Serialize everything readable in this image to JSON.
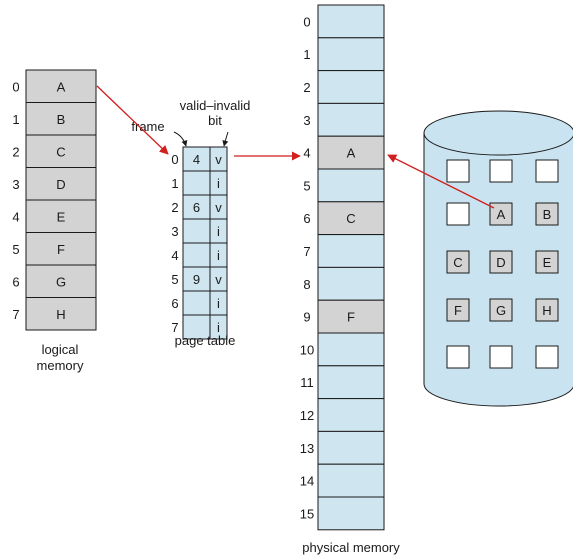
{
  "colors": {
    "cell_fill": "#d3d3d3",
    "frame_fill": "#cfe6f1",
    "disk_fill": "#c9e4f0",
    "slot_empty": "#ffffff",
    "slot_filled": "#d3d3d3",
    "stroke": "#1a1a1a",
    "arrow": "#d11f1f"
  },
  "logical_memory": {
    "caption_line1": "logical",
    "caption_line2": "memory",
    "pages": [
      {
        "index": "0",
        "label": "A"
      },
      {
        "index": "1",
        "label": "B"
      },
      {
        "index": "2",
        "label": "C"
      },
      {
        "index": "3",
        "label": "D"
      },
      {
        "index": "4",
        "label": "E"
      },
      {
        "index": "5",
        "label": "F"
      },
      {
        "index": "6",
        "label": "G"
      },
      {
        "index": "7",
        "label": "H"
      }
    ]
  },
  "page_table": {
    "caption": "page table",
    "frame_label": "frame",
    "valid_invalid_line1": "valid–invalid",
    "valid_invalid_line2": "bit",
    "entries": [
      {
        "index": "0",
        "frame": "4",
        "bit": "v"
      },
      {
        "index": "1",
        "frame": "",
        "bit": "i"
      },
      {
        "index": "2",
        "frame": "6",
        "bit": "v"
      },
      {
        "index": "3",
        "frame": "",
        "bit": "i"
      },
      {
        "index": "4",
        "frame": "",
        "bit": "i"
      },
      {
        "index": "5",
        "frame": "9",
        "bit": "v"
      },
      {
        "index": "6",
        "frame": "",
        "bit": "i"
      },
      {
        "index": "7",
        "frame": "",
        "bit": "i"
      }
    ]
  },
  "physical_memory": {
    "caption": "physical memory",
    "frames": [
      {
        "index": "0",
        "label": ""
      },
      {
        "index": "1",
        "label": ""
      },
      {
        "index": "2",
        "label": ""
      },
      {
        "index": "3",
        "label": ""
      },
      {
        "index": "4",
        "label": "A"
      },
      {
        "index": "5",
        "label": ""
      },
      {
        "index": "6",
        "label": "C"
      },
      {
        "index": "7",
        "label": ""
      },
      {
        "index": "8",
        "label": ""
      },
      {
        "index": "9",
        "label": "F"
      },
      {
        "index": "10",
        "label": ""
      },
      {
        "index": "11",
        "label": ""
      },
      {
        "index": "12",
        "label": ""
      },
      {
        "index": "13",
        "label": ""
      },
      {
        "index": "14",
        "label": ""
      },
      {
        "index": "15",
        "label": ""
      }
    ]
  },
  "backing_store": {
    "slots": [
      [
        "",
        "",
        ""
      ],
      [
        "",
        "A",
        "B"
      ],
      [
        "C",
        "D",
        "E"
      ],
      [
        "F",
        "G",
        "H"
      ],
      [
        "",
        "",
        ""
      ]
    ]
  }
}
